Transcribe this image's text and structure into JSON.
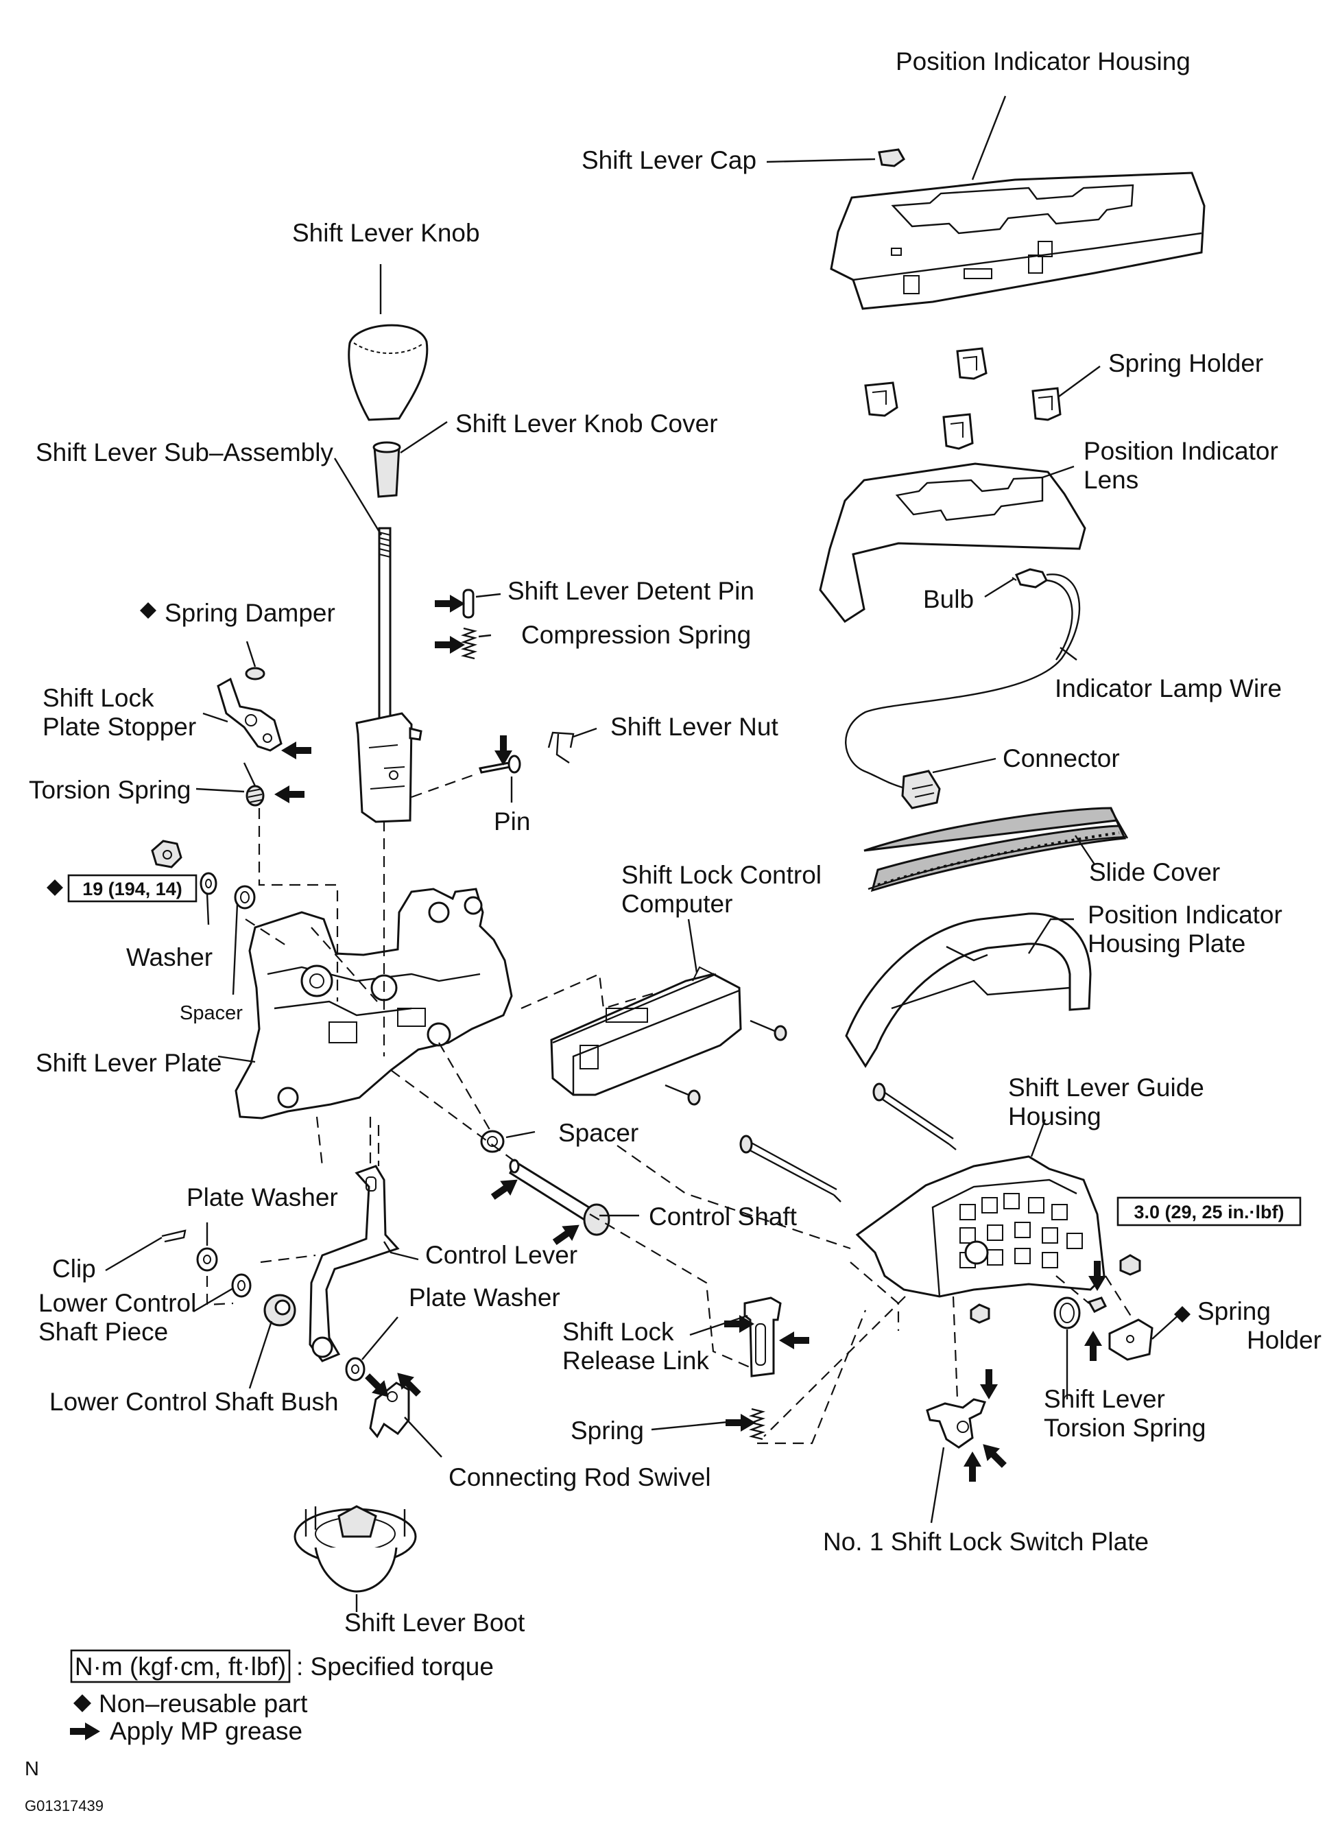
{
  "labels": {
    "position_indicator_housing": "Position Indicator Housing",
    "shift_lever_cap": "Shift Lever Cap",
    "shift_lever_knob": "Shift Lever Knob",
    "spring_holder_top": "Spring Holder",
    "shift_lever_knob_cover": "Shift Lever Knob Cover",
    "shift_lever_sub_assembly": "Shift Lever Sub–Assembly",
    "position_indicator_lens_1": "Position Indicator",
    "position_indicator_lens_2": "Lens",
    "shift_lever_detent_pin": "Shift Lever Detent Pin",
    "bulb": "Bulb",
    "spring_damper": "Spring Damper",
    "compression_spring": "Compression Spring",
    "indicator_lamp_wire": "Indicator Lamp Wire",
    "shift_lock_plate_stopper_1": "Shift Lock",
    "shift_lock_plate_stopper_2": "Plate Stopper",
    "shift_lever_nut": "Shift Lever Nut",
    "connector": "Connector",
    "torsion_spring": "Torsion Spring",
    "pin": "Pin",
    "slide_cover": "Slide Cover",
    "shift_lock_control_computer_1": "Shift Lock Control",
    "shift_lock_control_computer_2": "Computer",
    "position_indicator_housing_plate_1": "Position Indicator",
    "position_indicator_housing_plate_2": "Housing Plate",
    "washer": "Washer",
    "spacer_small": "Spacer",
    "shift_lever_plate": "Shift Lever Plate",
    "shift_lever_guide_housing_1": "Shift Lever Guide",
    "shift_lever_guide_housing_2": "Housing",
    "spacer": "Spacer",
    "plate_washer_1": "Plate Washer",
    "control_shaft": "Control Shaft",
    "clip": "Clip",
    "control_lever": "Control Lever",
    "lower_control_shaft_piece_1": "Lower Control",
    "lower_control_shaft_piece_2": "Shaft Piece",
    "plate_washer_2": "Plate Washer",
    "spring_holder_right_1": "Spring",
    "spring_holder_right_2": "Holder",
    "shift_lock_release_link_1": "Shift Lock",
    "shift_lock_release_link_2": "Release Link",
    "lower_control_shaft_bush": "Lower Control Shaft Bush",
    "shift_lever_torsion_spring_1": "Shift Lever",
    "shift_lever_torsion_spring_2": "Torsion Spring",
    "spring": "Spring",
    "connecting_rod_swivel": "Connecting Rod Swivel",
    "no1_shift_lock_switch_plate": "No. 1 Shift Lock Switch Plate",
    "shift_lever_boot": "Shift Lever Boot"
  },
  "torque": {
    "left": "19 (194, 14)",
    "right": "3.0 (29, 25 in.·lbf)"
  },
  "legend": {
    "torque_box": "N·m (kgf·cm, ft·lbf)",
    "torque_text": ": Specified torque",
    "nonreusable": "Non–reusable part",
    "grease": "Apply MP grease"
  },
  "footer": {
    "orientation": "N",
    "figure_code": "G01317439"
  },
  "icons": {
    "nonreusable": "diamond-icon",
    "grease": "arrow-right-icon"
  }
}
